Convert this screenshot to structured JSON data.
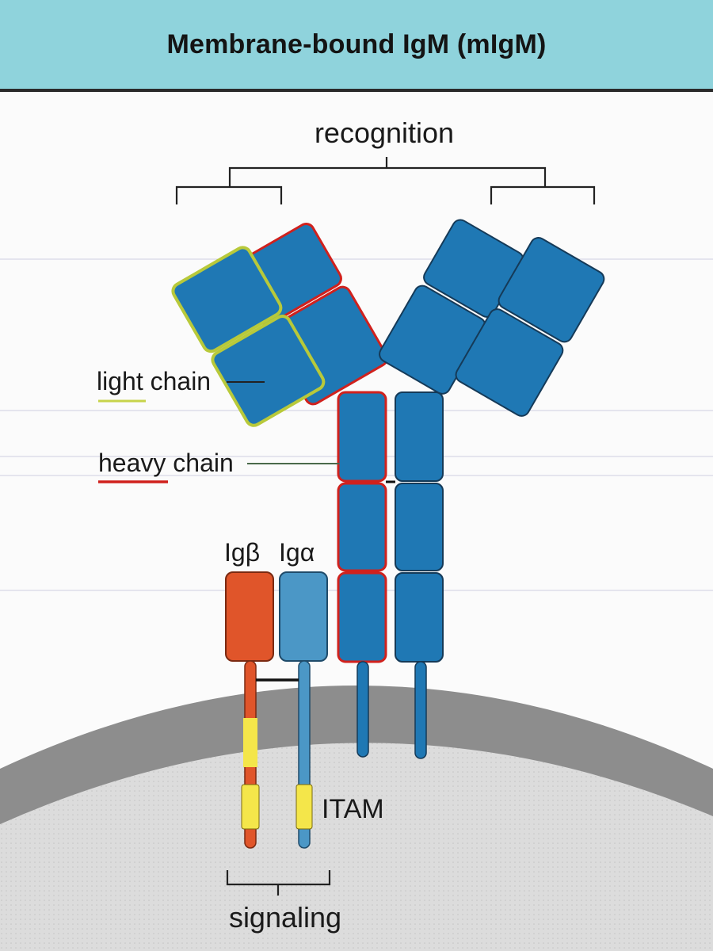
{
  "title": "Membrane-bound IgM (mIgM)",
  "labels": {
    "recognition": "recognition",
    "light_chain": "light chain",
    "heavy_chain": "heavy chain",
    "ig_beta": "Igβ",
    "ig_alpha": "Igα",
    "itam": "ITAM",
    "signaling": "signaling"
  },
  "colors": {
    "header": "#8fd3dc",
    "domain": "#1f78b4",
    "heavy_outline": "#d0211d",
    "light_outline": "#b8c93a",
    "ig_beta": "#e0552a",
    "ig_alpha": "#4b97c6",
    "itam": "#f4e64a",
    "membrane": "#8a8a8a",
    "cytoplasm": "#dedede"
  },
  "icons": {
    "bracket": "bracket-icon"
  }
}
